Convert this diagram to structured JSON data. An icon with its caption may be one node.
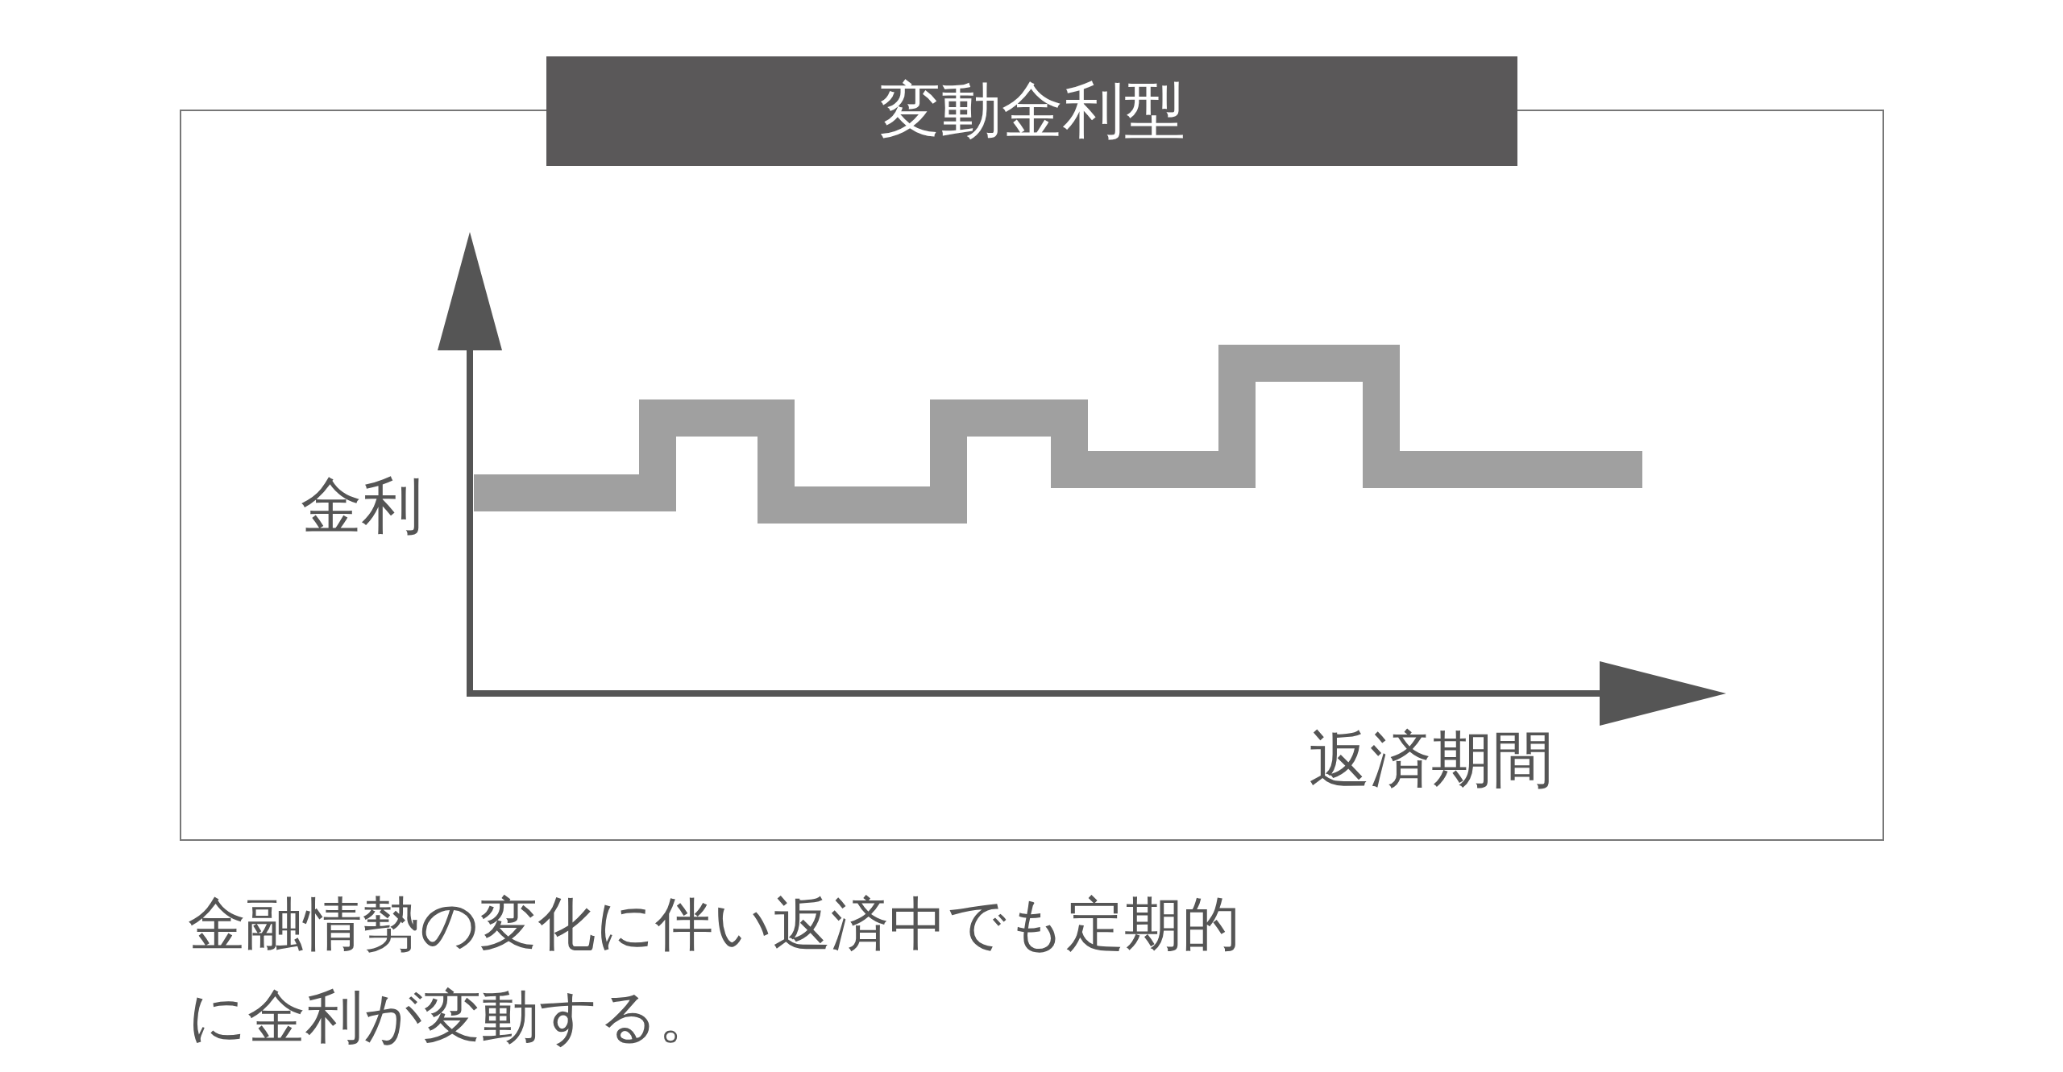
{
  "diagram": {
    "title": "変動金利型",
    "caption": "金融情勢の変化に伴い返済中でも定期的に金利が変動する。",
    "labels": [
      "金利",
      "返済期間"
    ]
  }
}
